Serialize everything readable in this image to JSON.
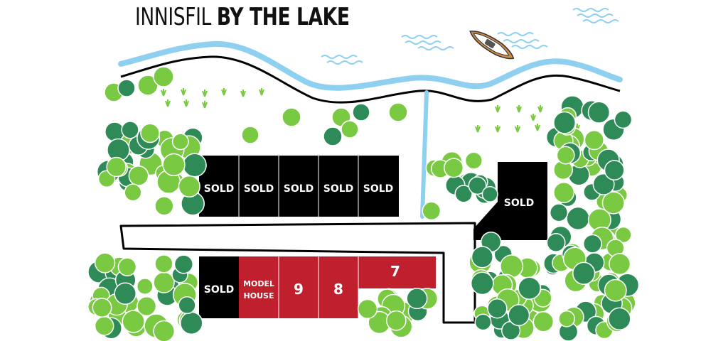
{
  "title": {
    "part1": "INNISFIL ",
    "part2": "BY THE LAKE"
  },
  "colors": {
    "water": "#8fd0f0",
    "sold_lot": "#000000",
    "available_lot": "#c0202e",
    "road_outline": "#000000",
    "tree_light": "#7ac943",
    "tree_dark": "#2e8b57"
  },
  "lots": {
    "top_row": [
      "SOLD",
      "SOLD",
      "SOLD",
      "SOLD",
      "SOLD"
    ],
    "east": "SOLD",
    "bottom_sold": "SOLD",
    "model_line1": "MODEL",
    "model_line2": "HOUSE",
    "lot_9": "9",
    "lot_8": "8",
    "lot_7": "7"
  }
}
